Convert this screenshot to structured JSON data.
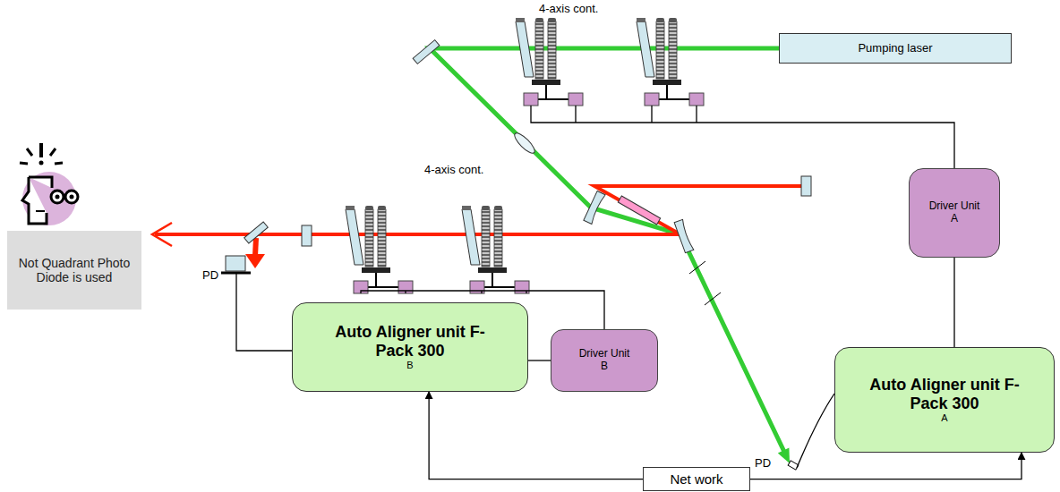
{
  "diagram": {
    "nodes": [
      {
        "text": [
          "Pumping laser"
        ]
      },
      {
        "text": [
          "Driver Unit",
          "A"
        ]
      },
      {
        "text": [
          "Auto Aligner unit F-Pack 300",
          "B"
        ]
      },
      {
        "text": [
          "Driver Unit",
          "B"
        ]
      },
      {
        "text": [
          "Auto Aligner unit F-Pack 300",
          "A"
        ]
      },
      {
        "text": [
          "Net work"
        ]
      },
      {
        "text": [
          "Not Quadrant Photo Diode is used"
        ]
      }
    ],
    "edges": [
      {
        "from": 1,
        "to": 4,
        "arrow": "none"
      },
      {
        "from": 2,
        "to": 3,
        "arrow": "none"
      },
      {
        "from": 5,
        "to": 2,
        "arrow": "to"
      },
      {
        "from": 5,
        "to": 4,
        "arrow": "to"
      }
    ],
    "labels": [
      "4-axis cont.",
      "4-axis cont.",
      "PD",
      "PD"
    ]
  }
}
